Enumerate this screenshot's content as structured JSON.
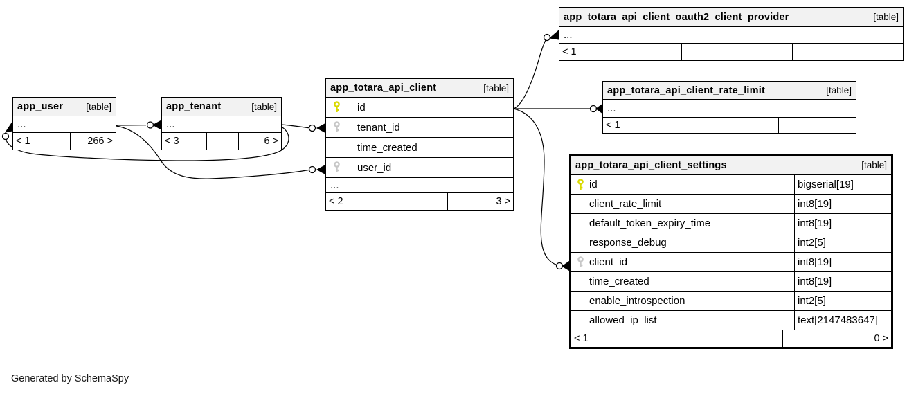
{
  "page": {
    "footer_note": "Generated by SchemaSpy"
  },
  "colors": {
    "primary_key": "#d9d900",
    "foreign_key": "#c7c7c7",
    "header_bg": "#f2f2f2",
    "line": "#000000"
  },
  "tables": [
    {
      "name": "app_user",
      "tag": "[table]",
      "columns": [
        {
          "name": "...",
          "key": ""
        }
      ],
      "stats": {
        "parents": "< 1",
        "mid": "",
        "children": "266 >"
      }
    },
    {
      "name": "app_tenant",
      "tag": "[table]",
      "columns": [
        {
          "name": "...",
          "key": ""
        }
      ],
      "stats": {
        "parents": "< 3",
        "mid": "",
        "children": "6 >"
      }
    },
    {
      "name": "app_totara_api_client",
      "tag": "[table]",
      "columns": [
        {
          "name": "id",
          "key": "primary"
        },
        {
          "name": "tenant_id",
          "key": "foreign"
        },
        {
          "name": "time_created",
          "key": ""
        },
        {
          "name": "user_id",
          "key": "foreign"
        },
        {
          "name": "...",
          "key": ""
        }
      ],
      "stats": {
        "parents": "< 2",
        "mid": "",
        "children": "3 >"
      }
    },
    {
      "name": "app_totara_api_client_oauth2_client_provider",
      "tag": "[table]",
      "columns": [
        {
          "name": "...",
          "key": ""
        }
      ],
      "stats": {
        "parents": "< 1",
        "mid": "",
        "children": ""
      }
    },
    {
      "name": "app_totara_api_client_rate_limit",
      "tag": "[table]",
      "columns": [
        {
          "name": "...",
          "key": ""
        }
      ],
      "stats": {
        "parents": "< 1",
        "mid": "",
        "children": ""
      }
    },
    {
      "name": "app_totara_api_client_settings",
      "tag": "[table]",
      "columns": [
        {
          "name": "id",
          "key": "primary",
          "type": "bigserial[19]"
        },
        {
          "name": "client_rate_limit",
          "key": "",
          "type": "int8[19]"
        },
        {
          "name": "default_token_expiry_time",
          "key": "",
          "type": "int8[19]"
        },
        {
          "name": "response_debug",
          "key": "",
          "type": "int2[5]"
        },
        {
          "name": "client_id",
          "key": "foreign",
          "type": "int8[19]"
        },
        {
          "name": "time_created",
          "key": "",
          "type": "int8[19]"
        },
        {
          "name": "enable_introspection",
          "key": "",
          "type": "int2[5]"
        },
        {
          "name": "allowed_ip_list",
          "key": "",
          "type": "text[2147483647]"
        }
      ],
      "stats": {
        "parents": "< 1",
        "mid": "",
        "children": "0 >"
      }
    }
  ],
  "relationships": [
    {
      "parent": "app_user",
      "child": "app_tenant",
      "child_column": "..."
    },
    {
      "parent": "app_tenant",
      "child": "app_user",
      "child_column": "..."
    },
    {
      "parent": "app_tenant",
      "child": "app_totara_api_client",
      "child_column": "tenant_id"
    },
    {
      "parent": "app_user",
      "child": "app_totara_api_client",
      "child_column": "user_id"
    },
    {
      "parent": "app_totara_api_client",
      "child": "app_totara_api_client_oauth2_client_provider",
      "child_column": "..."
    },
    {
      "parent": "app_totara_api_client",
      "child": "app_totara_api_client_rate_limit",
      "child_column": "..."
    },
    {
      "parent": "app_totara_api_client",
      "child": "app_totara_api_client_settings",
      "child_column": "client_id"
    }
  ]
}
